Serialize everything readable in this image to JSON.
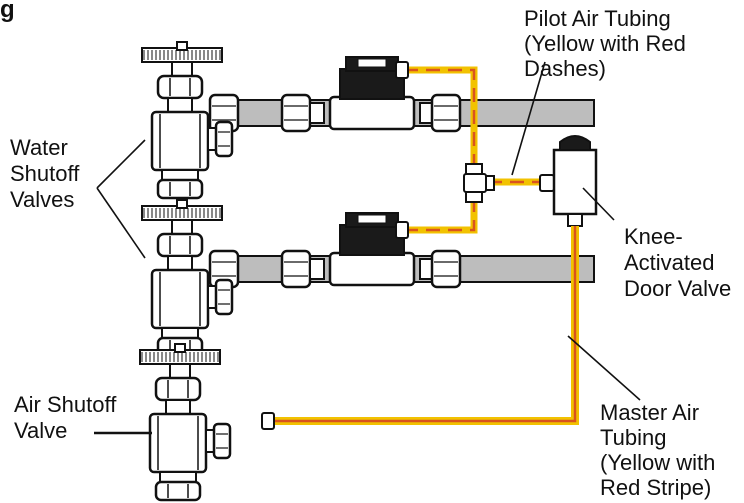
{
  "figure": {
    "title_fragment": "g"
  },
  "labels": {
    "pilot_air_tubing": [
      "Pilot Air Tubing",
      "(Yellow with Red",
      "Dashes)"
    ],
    "water_shutoff_valves": [
      "Water",
      "Shutoff",
      "Valves"
    ],
    "knee_activated_door_valve": [
      "Knee-",
      "Activated",
      "Door Valve"
    ],
    "air_shutoff_valve": [
      "Air Shutoff",
      "Valve"
    ],
    "master_air_tubing": [
      "Master Air",
      "Tubing",
      "(Yellow with",
      "Red Stripe)"
    ]
  },
  "colors": {
    "tube_yellow": "#f2c200",
    "tube_red": "#d9531e",
    "pipe_gray": "#bdbdbd",
    "solenoid_dark": "#1a1a1a",
    "outline": "#111111"
  }
}
